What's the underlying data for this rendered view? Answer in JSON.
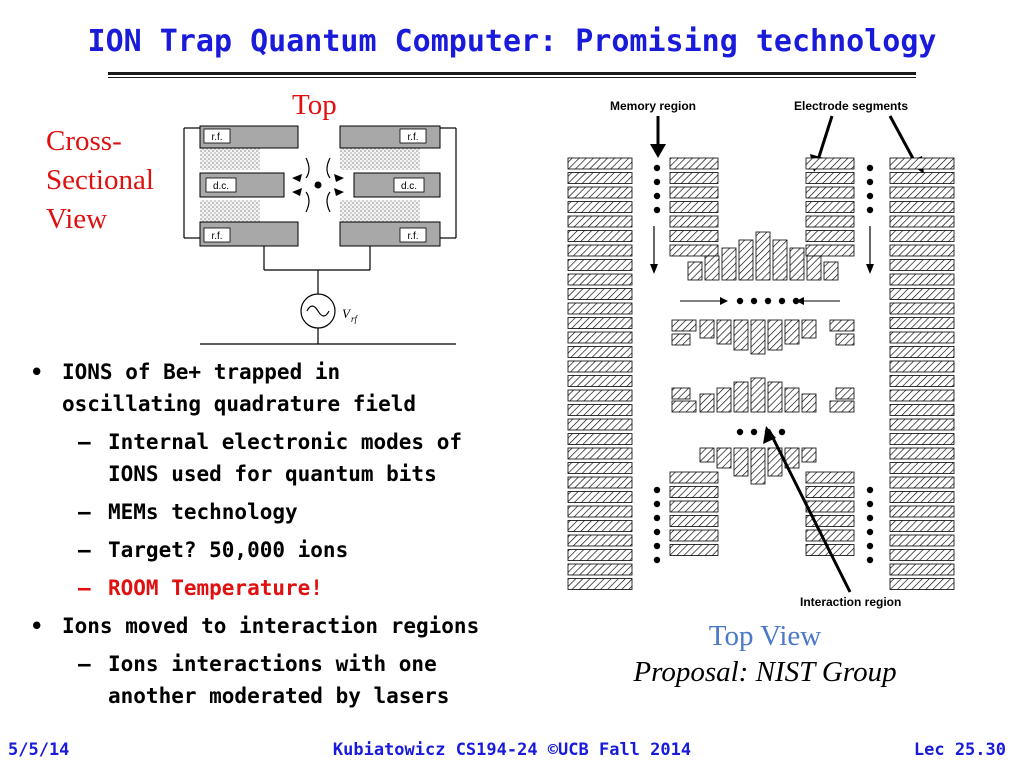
{
  "title": "ION Trap Quantum Computer: Promising technology",
  "cross_section": {
    "label_top": "Top",
    "label_line1": "Cross-",
    "label_line2": "Sectional",
    "label_line3": "View",
    "electrodes": [
      "r.f.",
      "r.f.",
      "d.c.",
      "d.c.",
      "r.f.",
      "r.f."
    ],
    "voltage_label": "V",
    "voltage_sub": "rf"
  },
  "bullets": [
    {
      "text_line1": "IONS of Be+ trapped in",
      "text_line2": "oscillating quadrature field",
      "subs": [
        {
          "line1": "Internal electronic modes of",
          "line2": "IONS used for quantum bits"
        },
        {
          "line1": "MEMs technology"
        },
        {
          "line1": "Target? 50,000 ions"
        },
        {
          "line1": "ROOM Temperature!",
          "color": "#e01010"
        }
      ]
    },
    {
      "text_line1": "Ions moved to interaction regions",
      "subs": [
        {
          "line1": "Ions interactions with one",
          "line2": "another moderated by lasers"
        }
      ]
    }
  ],
  "top_view": {
    "label_memory": "Memory region",
    "label_electrode": "Electrode segments",
    "label_interaction": "Interaction region",
    "caption": "Top View",
    "proposal": "Proposal: NIST Group"
  },
  "footer": {
    "date": "5/5/14",
    "course": "Kubiatowicz CS194-24 ©UCB Fall 2014",
    "lecture": "Lec 25.30"
  },
  "colors": {
    "title": "#1a1adb",
    "red": "#e01010",
    "caption_blue": "#4a79c9"
  }
}
